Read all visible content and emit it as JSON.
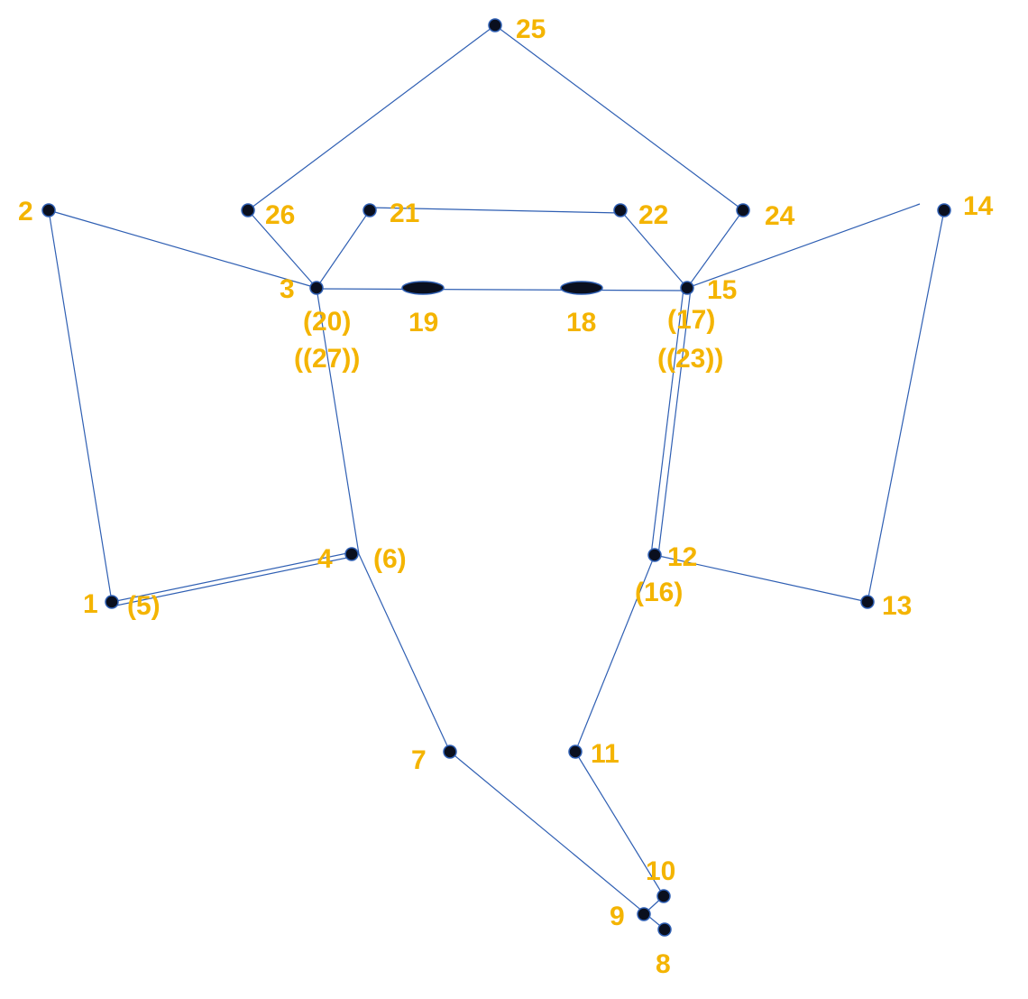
{
  "diagram": {
    "colors": {
      "edge": "#2f5fb3",
      "node_fill": "#0a0f1e",
      "label": "#f4b400",
      "background": "#ffffff"
    },
    "labels": {
      "n1": "1",
      "n5": "(5)",
      "n2": "2",
      "n3": "3",
      "n20": "(20)",
      "n27": "((27))",
      "n4": "4",
      "n6": "(6)",
      "n7": "7",
      "n8": "8",
      "n9": "9",
      "n10": "10",
      "n11": "11",
      "n12": "12",
      "n16": "(16)",
      "n13": "13",
      "n14": "14",
      "n15": "15",
      "n17": "(17)",
      "n23": "((23))",
      "n18": "18",
      "n19": "19",
      "n21": "21",
      "n22": "22",
      "n24": "24",
      "n25": "25",
      "n26": "26"
    }
  }
}
